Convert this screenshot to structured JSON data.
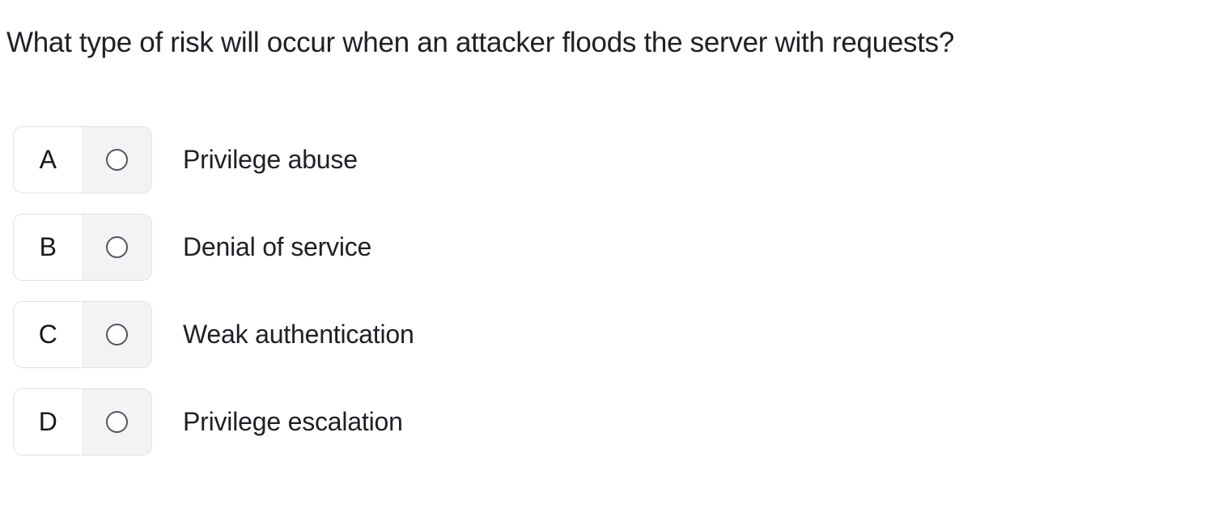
{
  "question": {
    "text": "What type of risk will occur when an attacker floods the server with requests?"
  },
  "options": [
    {
      "letter": "A",
      "label": "Privilege abuse",
      "selected": false
    },
    {
      "letter": "B",
      "label": "Denial of service",
      "selected": false
    },
    {
      "letter": "C",
      "label": "Weak authentication",
      "selected": false
    },
    {
      "letter": "D",
      "label": "Privilege escalation",
      "selected": false
    }
  ],
  "colors": {
    "background": "#ffffff",
    "text": "#1d2025",
    "box_border": "#dfe2e6",
    "radio_cell_background": "#f1f3f5",
    "radio_ring": "#51565c"
  }
}
